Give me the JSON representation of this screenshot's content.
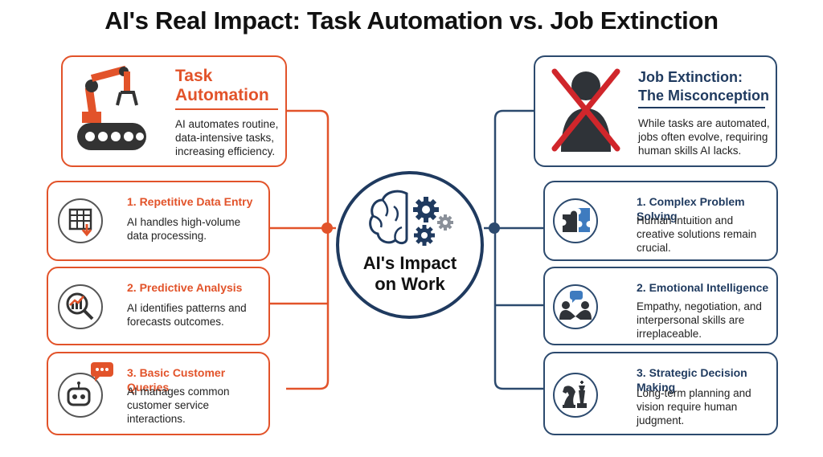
{
  "title": "AI's Real Impact: Task Automation vs. Job Extinction",
  "center": {
    "label_line1": "AI's Impact",
    "label_line2": "on Work"
  },
  "left": {
    "header": {
      "title_line1": "Task",
      "title_line2": "Automation",
      "desc": [
        "AI automates routine,",
        "data-intensive tasks,",
        "increasing efficiency."
      ]
    },
    "items": [
      {
        "title": "1. Repetitive Data Entry",
        "desc": [
          "AI handles high-volume",
          "data processing."
        ]
      },
      {
        "title": "2. Predictive Analysis",
        "desc": [
          "AI identifies patterns and",
          "forecasts outcomes."
        ]
      },
      {
        "title": "3. Basic Customer Queries",
        "desc": [
          "AI manages common",
          "customer service",
          "interactions."
        ]
      }
    ]
  },
  "right": {
    "header": {
      "title_line1": "Job Extinction:",
      "title_line2": "The Misconception",
      "desc": [
        "While tasks are automated,",
        "jobs often evolve, requiring",
        "human skills AI lacks."
      ]
    },
    "items": [
      {
        "title": "1. Complex Problem Solving",
        "desc": [
          "Human intuition and",
          "creative solutions remain",
          "crucial."
        ]
      },
      {
        "title": "2. Emotional Intelligence",
        "desc": [
          "Empathy, negotiation, and",
          "interpersonal skills are",
          "irreplaceable."
        ]
      },
      {
        "title": "3. Strategic Decision Making",
        "desc": [
          "Long-term planning and",
          "vision require human",
          "judgment."
        ]
      }
    ]
  },
  "colors": {
    "orange": "#e2532a",
    "navy": "#1f3a5f",
    "blue": "#3e7bbf",
    "gray": "#555555"
  }
}
